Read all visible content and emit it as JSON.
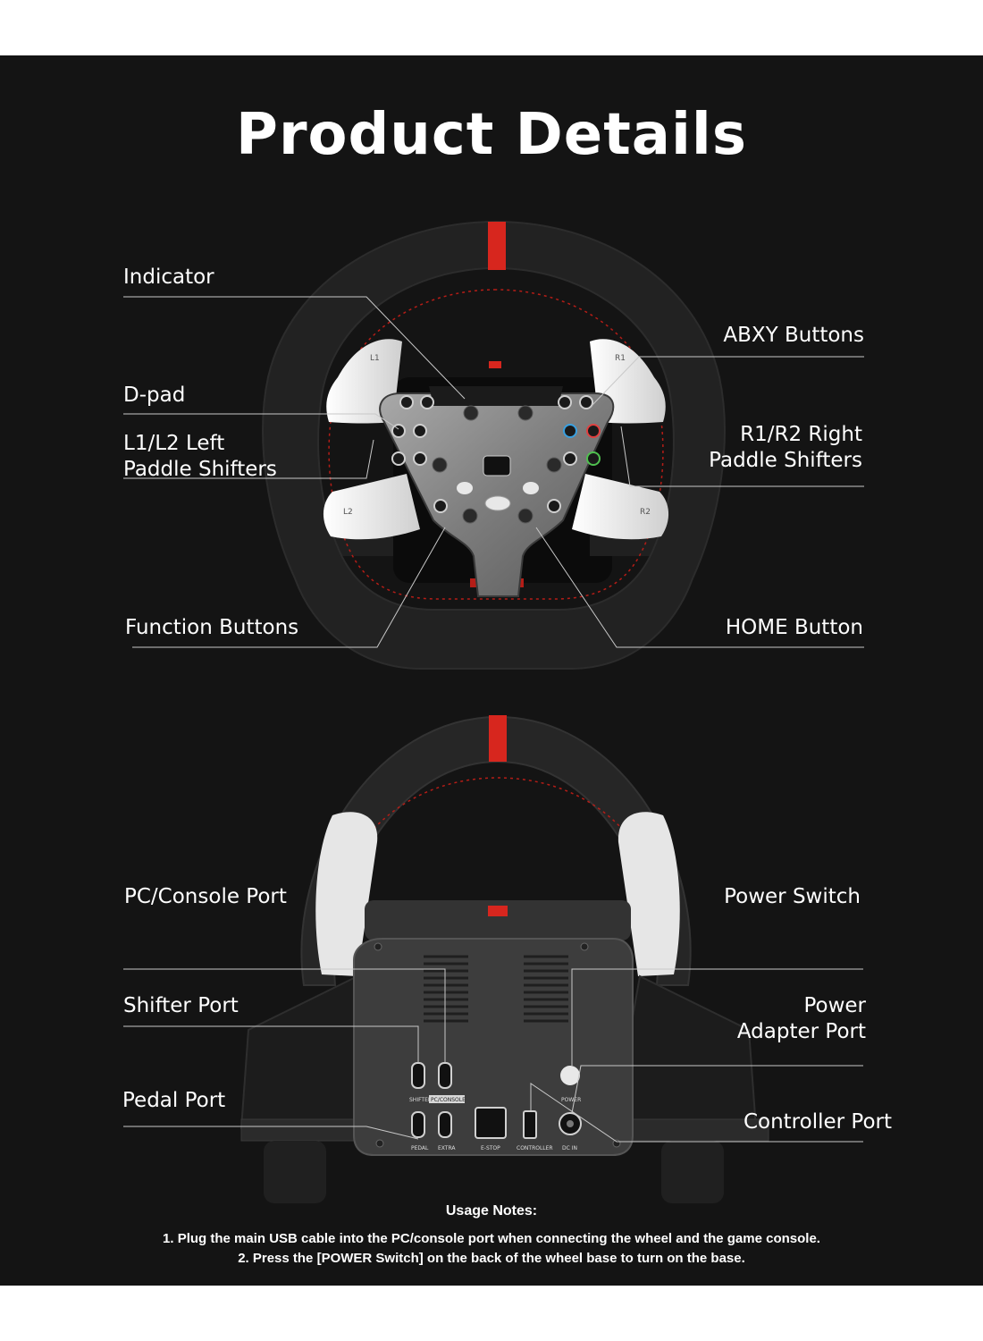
{
  "title": "Product Details",
  "wheel_labels": {
    "indicator": "Indicator",
    "dpad": "D-pad",
    "left_paddles": "L1/L2 Left\nPaddle Shifters",
    "function_buttons": "Function Buttons",
    "abxy": "ABXY Buttons",
    "right_paddles": "R1/R2 Right\nPaddle Shifters",
    "home_button": "HOME Button"
  },
  "paddle_marks": {
    "l1": "L1",
    "l2": "L2",
    "r1": "R1",
    "r2": "R2"
  },
  "base_labels": {
    "pc_console_port": "PC/Console Port",
    "shifter_port": "Shifter Port",
    "pedal_port": "Pedal Port",
    "power_switch": "Power Switch",
    "power_adapter_port": "Power\nAdapter Port",
    "controller_port": "Controller Port"
  },
  "port_marks": {
    "shifter": "SHIFTER",
    "pc_console": "PC/CONSOLE",
    "power": "POWER",
    "pedal": "PEDAL",
    "extra": "EXTRA",
    "estop": "E-STOP",
    "controller": "CONTROLLER",
    "dc_in": "DC IN"
  },
  "usage_notes": {
    "heading": "Usage Notes:",
    "note1": "1. Plug the main USB cable into the PC/console port when connecting the wheel and the game console.",
    "note2": "2. Press the [POWER Switch] on the back of the wheel base to turn on the base."
  },
  "colors": {
    "background": "#141414",
    "accent_red": "#d7261e",
    "leather": "#1f1f1f",
    "paddle": "#e6e6e6",
    "plate": "#8e8e8e"
  }
}
